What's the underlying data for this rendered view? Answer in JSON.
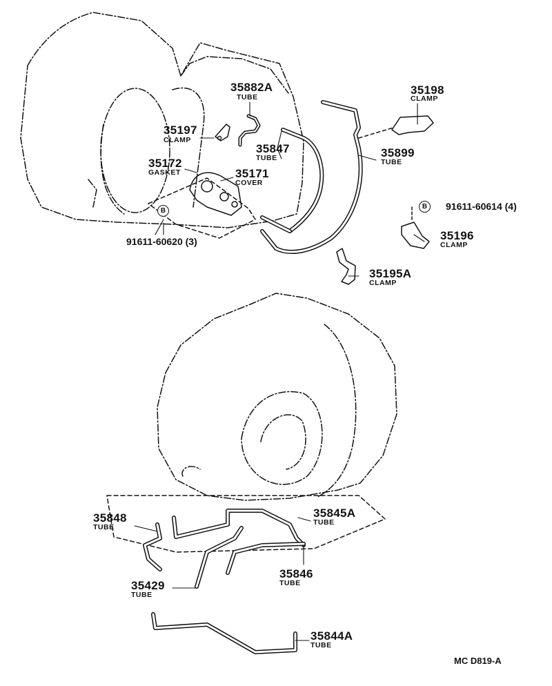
{
  "labels": {
    "p35882A": {
      "num": "35882A",
      "desc": "TUBE"
    },
    "p35197": {
      "num": "35197",
      "desc": "CLAMP"
    },
    "p35847": {
      "num": "35847",
      "desc": "TUBE"
    },
    "p35172": {
      "num": "35172",
      "desc": "GASKET"
    },
    "p35171": {
      "num": "35171",
      "desc": "COVER"
    },
    "p35198": {
      "num": "35198",
      "desc": "CLAMP"
    },
    "p35899": {
      "num": "35899",
      "desc": "TUBE"
    },
    "p35196": {
      "num": "35196",
      "desc": "CLAMP"
    },
    "p35195A": {
      "num": "35195A",
      "desc": "CLAMP"
    },
    "p35848": {
      "num": "35848",
      "desc": "TUBE"
    },
    "p35845A": {
      "num": "35845A",
      "desc": "TUBE"
    },
    "p35846": {
      "num": "35846",
      "desc": "TUBE"
    },
    "p35429": {
      "num": "35429",
      "desc": "TUBE"
    },
    "p35844A": {
      "num": "35844A",
      "desc": "TUBE"
    }
  },
  "bolts": {
    "b1": {
      "mark": "B",
      "part": "91611-60620 (3)"
    },
    "b2": {
      "mark": "B",
      "part": "91611-60614 (4)"
    }
  },
  "footer": {
    "code": "MC  D819-A"
  }
}
